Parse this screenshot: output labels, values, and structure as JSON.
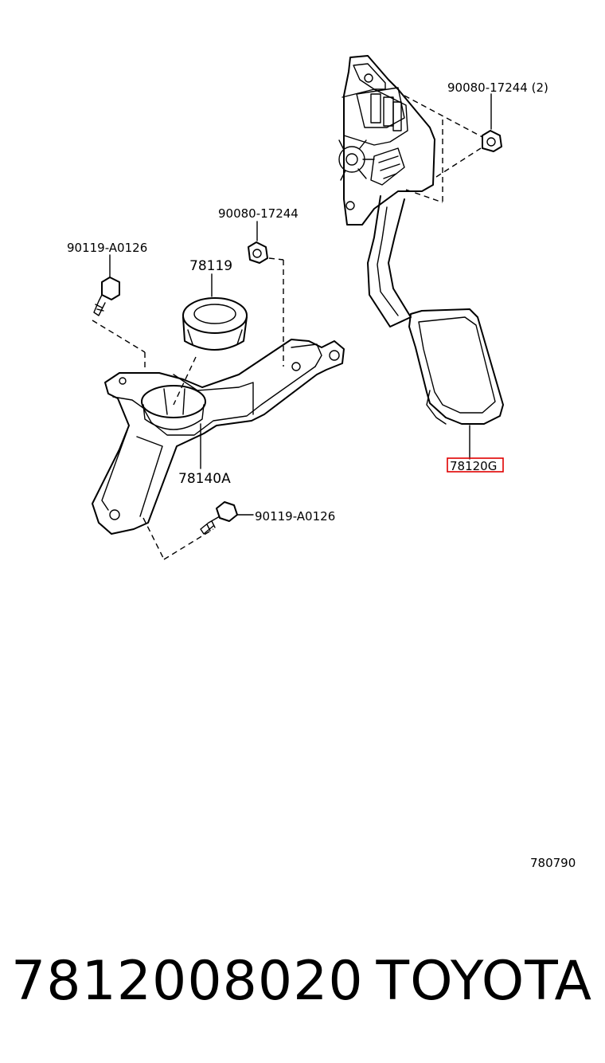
{
  "callouts": {
    "nut_top_right": "90080-17244 (2)",
    "nut_center": "90080-17244",
    "bolt_upper_left": "90119-A0126",
    "clip_78119": "78119",
    "bracket_78140A": "78140A",
    "bolt_lower": "90119-A0126",
    "pedal_78120G": "78120G"
  },
  "figure_id": "780790",
  "footer": {
    "part_number": "7812008020",
    "brand": "TOYOTA"
  },
  "highlight_color": "#e00000"
}
